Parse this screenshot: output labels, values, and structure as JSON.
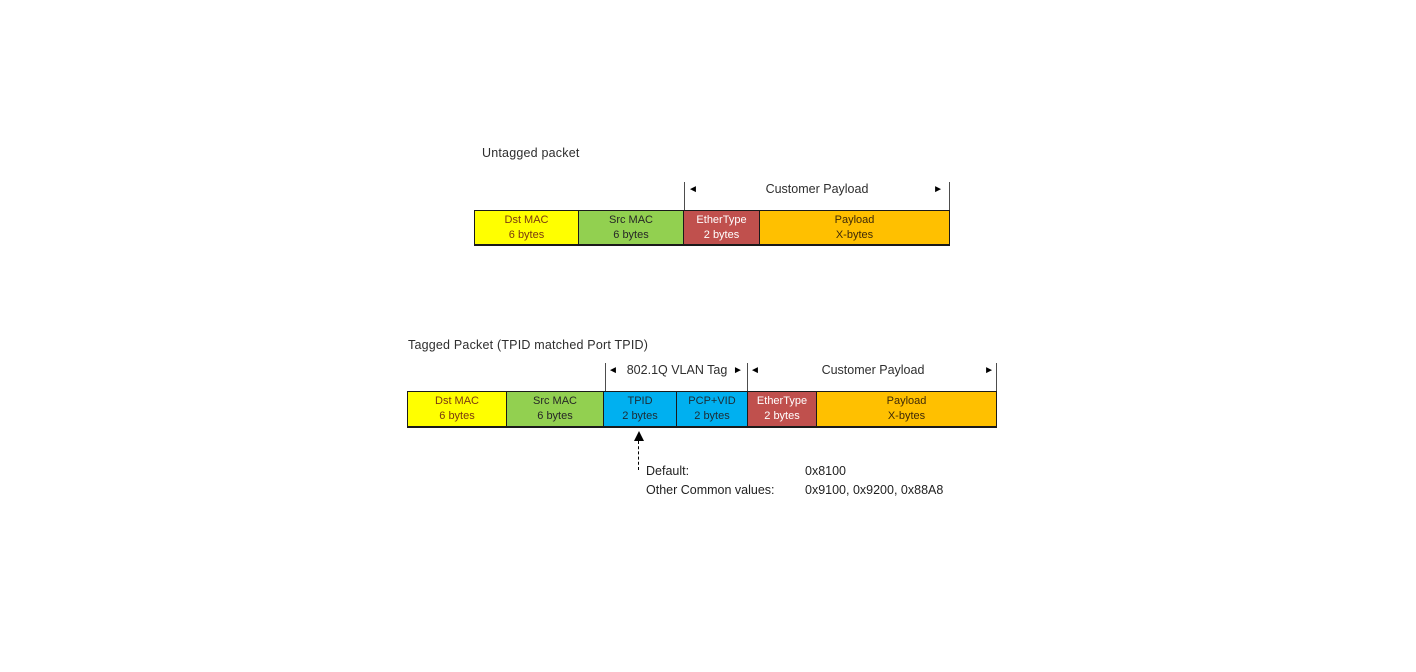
{
  "untagged": {
    "title": "Untagged packet",
    "bracket": {
      "label": "Customer Payload",
      "left_arrow": "◄",
      "right_arrow": "►"
    },
    "fields": [
      {
        "name": "Dst MAC",
        "size": "6 bytes",
        "bg": "#FFFF00",
        "fg": "#7a3a10"
      },
      {
        "name": "Src MAC",
        "size": "6 bytes",
        "bg": "#92D050",
        "fg": "#262626"
      },
      {
        "name": "EtherType",
        "size": "2 bytes",
        "bg": "#C0504D",
        "fg": "#FFFFFF"
      },
      {
        "name": "Payload",
        "size": "X-bytes",
        "bg": "#FFC000",
        "fg": "#3f2a08"
      }
    ]
  },
  "tagged": {
    "title": "Tagged Packet (TPID matched Port TPID)",
    "vlan_bracket": {
      "label": "802.1Q VLAN Tag",
      "left_arrow": "◄",
      "right_arrow": "►"
    },
    "payload_bracket": {
      "label": "Customer Payload",
      "left_arrow": "◄",
      "right_arrow": "►"
    },
    "fields": [
      {
        "name": "Dst MAC",
        "size": "6 bytes",
        "bg": "#FFFF00",
        "fg": "#7a3a10"
      },
      {
        "name": "Src MAC",
        "size": "6 bytes",
        "bg": "#92D050",
        "fg": "#262626"
      },
      {
        "name": "TPID",
        "size": "2 bytes",
        "bg": "#00B0F0",
        "fg": "#1d2b33"
      },
      {
        "name": "PCP+VID",
        "size": "2 bytes",
        "bg": "#00B0F0",
        "fg": "#1d2b33"
      },
      {
        "name": "EtherType",
        "size": "2 bytes",
        "bg": "#C0504D",
        "fg": "#FFFFFF"
      },
      {
        "name": "Payload",
        "size": "X-bytes",
        "bg": "#FFC000",
        "fg": "#3f2a08"
      }
    ],
    "tpid_annotation": {
      "rows": [
        {
          "label": "Default:",
          "value": "0x8100"
        },
        {
          "label": "Other Common values:",
          "value": "0x9100, 0x9200, 0x88A8"
        }
      ]
    }
  }
}
